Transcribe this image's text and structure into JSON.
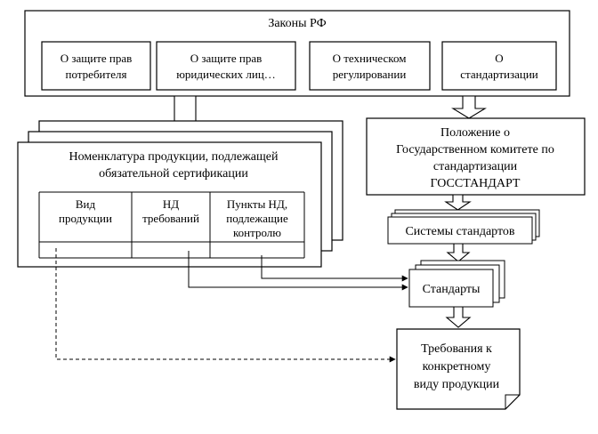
{
  "laws": {
    "title": "Законы РФ",
    "items": [
      [
        "О защите прав",
        "потребителя"
      ],
      [
        "О защите прав",
        "юридических лиц…"
      ],
      [
        "О техническом",
        "регулировании"
      ],
      [
        "О",
        "стандартизации"
      ]
    ]
  },
  "nomenclature": {
    "title": [
      "Номенклатура продукции, подлежащей",
      "обязательной сертификации"
    ],
    "columns": [
      [
        "Вид",
        "продукции"
      ],
      [
        "НД",
        "требований"
      ],
      [
        "Пункты НД,",
        "подлежащие",
        "контролю"
      ]
    ]
  },
  "regulation": [
    "Положение о",
    "Государственном комитете по",
    "стандартизации",
    "ГОССТАНДАРТ"
  ],
  "systems": "Системы стандартов",
  "standards": "Стандарты",
  "requirements": [
    "Требования к",
    "конкретному",
    "виду продукции"
  ]
}
